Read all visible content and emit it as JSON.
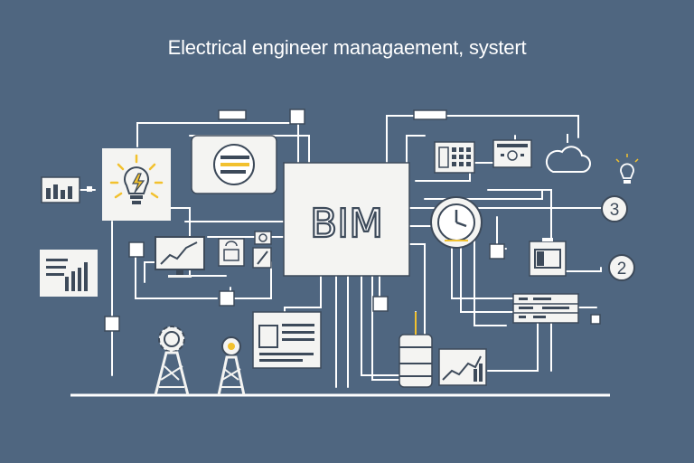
{
  "header": {
    "title": "Electrical engineer managaement, systert"
  },
  "center_box": {
    "label": "BIM"
  },
  "badges": [
    {
      "label": "3"
    },
    {
      "label": "2"
    }
  ],
  "colors": {
    "background": "#4f6680",
    "line": "#ffffff",
    "panel": "#f4f4f2",
    "stroke": "#3d4a5a",
    "accent": "#f2c12e"
  },
  "icons": [
    "lightbulb-bolt-icon",
    "list-card-icon",
    "bim-box",
    "clock-icon",
    "battery-icon",
    "bar-chart-icon",
    "line-chart-monitor-icon",
    "bag-icon",
    "tool-icon",
    "gear-tower-icon",
    "transmission-tower-icon",
    "document-panel-icon",
    "cylinder-transformer-icon",
    "server-rack-icon",
    "cloud-icon",
    "bulb-outline-icon",
    "keypad-icon",
    "message-card-icon"
  ]
}
